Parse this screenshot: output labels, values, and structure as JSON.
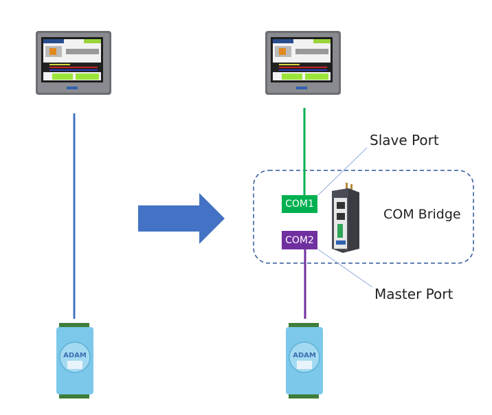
{
  "diagram": {
    "before": {
      "top_device": "HMI touch panel",
      "bottom_device": "ADAM I/O module",
      "link_color": "#4472C4"
    },
    "arrow": {
      "color": "#4472C4",
      "meaning": "transition"
    },
    "after": {
      "top_device": "HMI touch panel",
      "bottom_device": "ADAM I/O module",
      "bridge_device": "COM bridge gateway",
      "com1": {
        "label": "COM1",
        "color": "#00B050"
      },
      "com2": {
        "label": "COM2",
        "color": "#7030A0"
      },
      "slave_port_label": "Slave Port",
      "master_port_label": "Master Port",
      "bridge_label": "COM Bridge",
      "group_border_color": "#2F5597",
      "leader_line_color": "#8FAADC"
    },
    "adam_logo_text": "ADAM"
  }
}
